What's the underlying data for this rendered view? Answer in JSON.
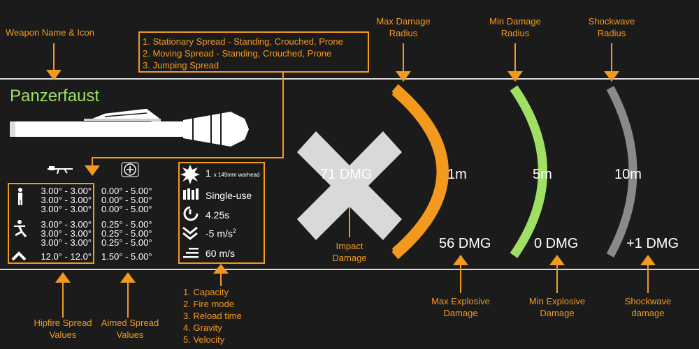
{
  "weapon": {
    "name": "Panzerfaust"
  },
  "top_annotations": {
    "weapon_name_icon": "Weapon Name & Icon",
    "spread_list": [
      "1. Stationary Spread - Standing, Crouched, Prone",
      "2. Moving Spread - Standing, Crouched, Prone",
      "3. Jumping Spread"
    ],
    "max_damage_radius": [
      "Max Damage",
      "Radius"
    ],
    "min_damage_radius": [
      "Min Damage",
      "Radius"
    ],
    "shockwave_radius": [
      "Shockwave",
      "Radius"
    ]
  },
  "spread": {
    "hipfire": [
      "3.00° - 3.00°",
      "3.00° - 3.00°",
      "3.00° - 3.00°",
      "3.00° - 3.00°",
      "3.00° - 3.00°",
      "3.00° - 3.00°",
      "12.0° - 12.0°"
    ],
    "aimed": [
      "0.00° - 5.00°",
      "0.00° - 5.00°",
      "0.00° - 5.00°",
      "0.25° - 5.00°",
      "0.25° - 5.00°",
      "0.25° - 5.00°",
      "1.50° - 5.00°"
    ]
  },
  "stats": {
    "capacity": "1",
    "capacity_note": "x 149mm warhead",
    "fire_mode": "Single-use",
    "reload": "4.25s",
    "gravity": "-5 m/s",
    "gravity_sup": "2",
    "velocity": "60 m/s"
  },
  "damage": {
    "impact": "71 DMG",
    "max_radius": "1m",
    "min_radius": "5m",
    "shock_radius": "10m",
    "max_explosive": "56 DMG",
    "min_explosive": "0 DMG",
    "shockwave": "+1 DMG"
  },
  "bottom_annotations": {
    "hipfire_values": [
      "Hipfire Spread",
      "Values"
    ],
    "aimed_values": [
      "Aimed Spread",
      "Values"
    ],
    "stat_list": [
      "1. Capacity",
      "2. Fire mode",
      "3. Reload time",
      "4. Gravity",
      "5. Velocity"
    ],
    "impact_damage": [
      "Impact",
      "Damage"
    ],
    "max_explosive": [
      "Max Explosive",
      "Damage"
    ],
    "min_explosive": [
      "Min Explosive",
      "Damage"
    ],
    "shockwave_damage": [
      "Shockwave",
      "damage"
    ]
  },
  "colors": {
    "accent": "#f39a1e",
    "weapon_name": "#9fdf63",
    "min_radius_arc": "#9fdf63",
    "shock_arc": "#8a8a8a",
    "max_arc": "#f39a1e"
  }
}
